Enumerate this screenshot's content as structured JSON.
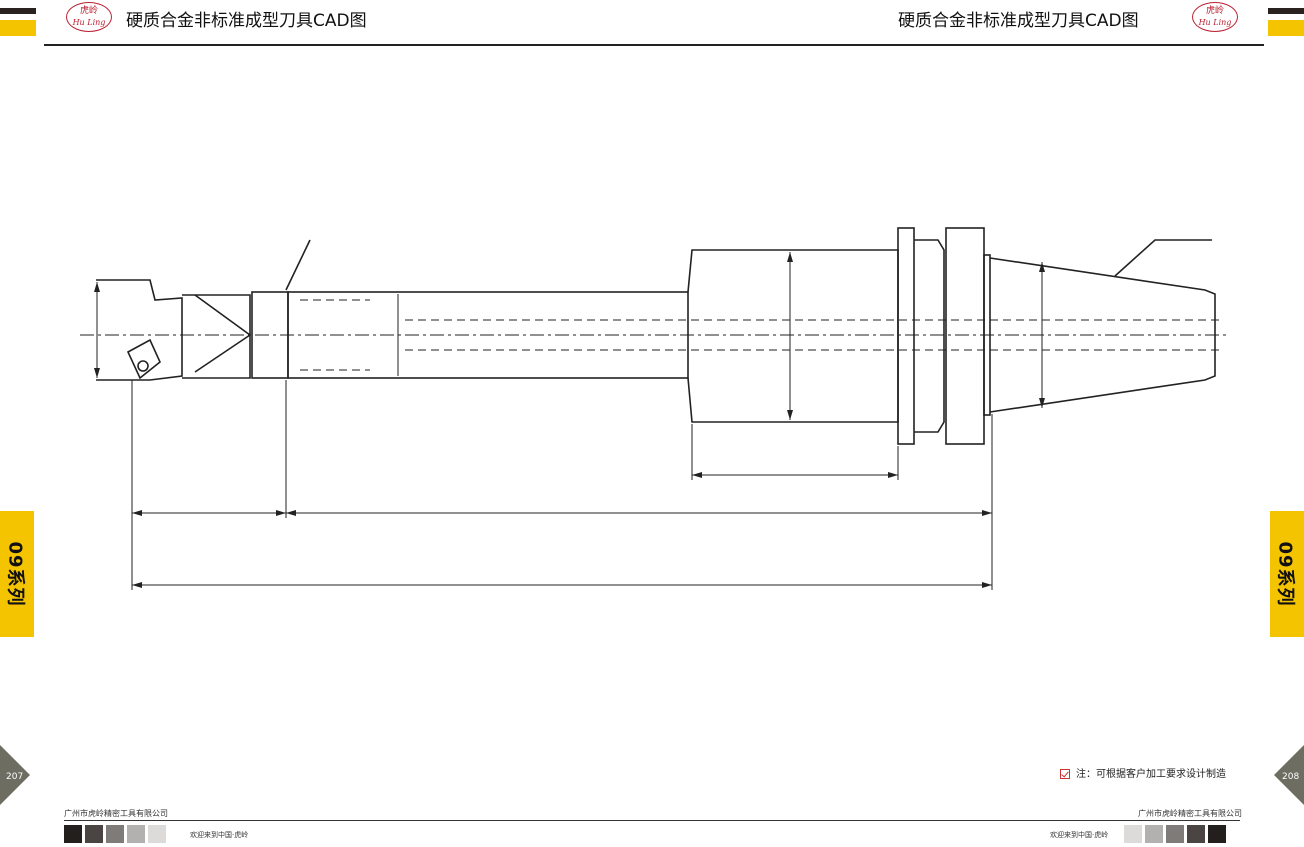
{
  "header": {
    "title_left": "硬质合金非标准成型刀具CAD图",
    "title_right": "硬质合金非标准成型刀具CAD图",
    "logo": {
      "cn": "虎岭",
      "en": "Hu Ling",
      "icon": "huling-logo-icon"
    }
  },
  "side_tab": {
    "left_label": "09系列",
    "right_label": "09系列",
    "color": "#f5c400"
  },
  "pages": {
    "left": "207",
    "right": "208"
  },
  "note": "注：可根据客户加工要求设计制造",
  "footer": {
    "company_left": "广州市虎岭精密工具有限公司",
    "company_right": "广州市虎岭精密工具有限公司",
    "welcome_left": "欢迎来到中国·虎岭",
    "welcome_right": "欢迎来到中国·虎岭"
  },
  "colors": {
    "accent_yellow": "#f5c400",
    "stripe_dark": "#2a221e",
    "logo_red": "#b23"
  }
}
